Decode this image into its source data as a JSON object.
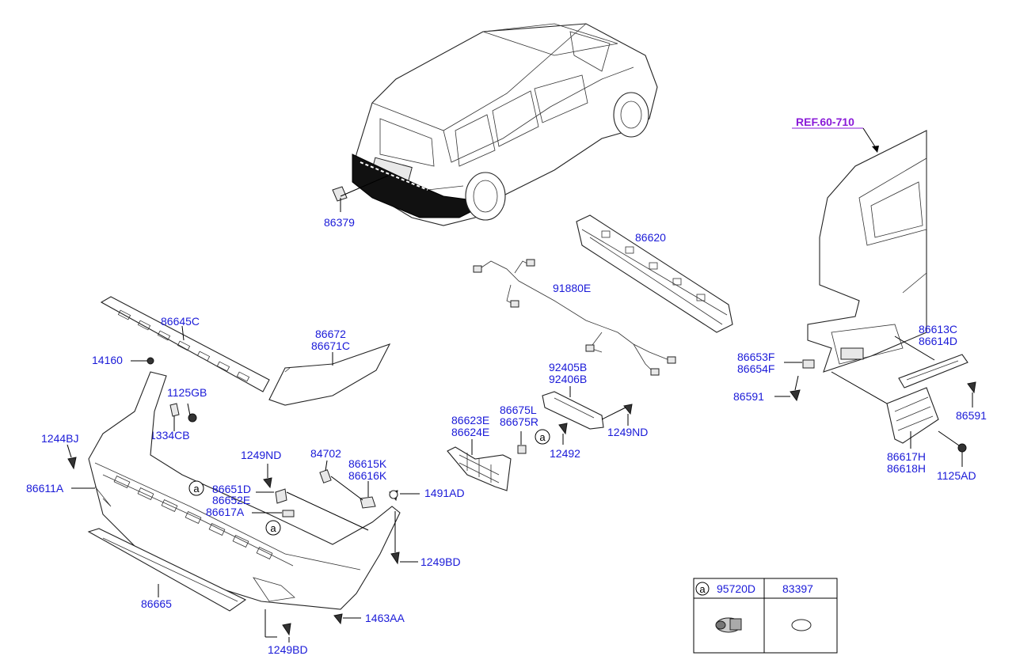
{
  "ref_label": "REF.60-710",
  "labels": {
    "p86379": "86379",
    "p86620": "86620",
    "p91880E": "91880E",
    "p86645C": "86645C",
    "p86672": "86672",
    "p86671C": "86671C",
    "p14160": "14160",
    "p1125GB": "1125GB",
    "p1334CB": "1334CB",
    "p1244BJ": "1244BJ",
    "p86611A": "86611A",
    "p1249ND_a": "1249ND",
    "p84702": "84702",
    "p86615K": "86615K",
    "p86616K": "86616K",
    "p86651D": "86651D",
    "p86652E": "86652E",
    "p1491AD": "1491AD",
    "p86617A": "86617A",
    "p1249BD_a": "1249BD",
    "p86665": "86665",
    "p1463AA": "1463AA",
    "p1249BD_b": "1249BD",
    "p92405B": "92405B",
    "p92406B": "92406B",
    "p86623E": "86623E",
    "p86624E": "86624E",
    "p86675L": "86675L",
    "p86675R": "86675R",
    "p1249ND_b": "1249ND",
    "p12492": "12492",
    "p86653F": "86653F",
    "p86654F": "86654F",
    "p86591_a": "86591",
    "p86613C": "86613C",
    "p86614D": "86614D",
    "p86591_b": "86591",
    "p86617H": "86617H",
    "p86618H": "86618H",
    "p1125AD": "1125AD"
  },
  "callout_letter": "a",
  "table": {
    "col1_marker": "a",
    "col1_header": "95720D",
    "col2_header": "83397"
  }
}
